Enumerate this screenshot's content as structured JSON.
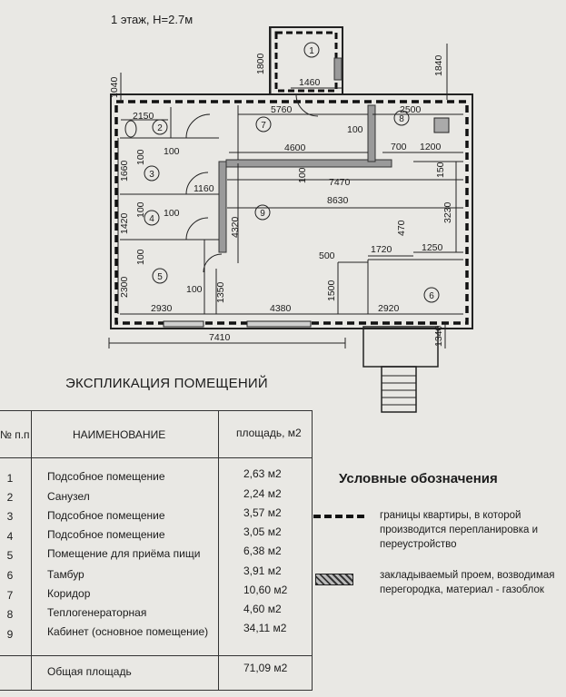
{
  "header": {
    "title": "1 этаж, Н=2.7м"
  },
  "plan": {
    "dimensions": {
      "d1800": "1800",
      "d1460": "1460",
      "d1840": "1840",
      "d1040": "1040",
      "d2150": "2150",
      "d5760": "5760",
      "d2500": "2500",
      "d100a": "100",
      "d700": "700",
      "d1200": "1200",
      "d4600": "4600",
      "d1660": "1660",
      "d100b": "100",
      "d100c": "100",
      "d150": "150",
      "d7470": "7470",
      "d100d": "100",
      "d1160": "1160",
      "d8630": "8630",
      "d3230": "3230",
      "d1420": "1420",
      "d100e": "100",
      "d100f": "100",
      "d4320": "4320",
      "d470": "470",
      "d500": "500",
      "d1720": "1720",
      "d1250": "1250",
      "d2300": "2300",
      "d100g": "100",
      "d100h": "100",
      "d1350": "1350",
      "d1500": "1500",
      "d2930": "2930",
      "d4380": "4380",
      "d2920": "2920",
      "d1340": "1340",
      "d7410": "7410"
    },
    "rooms": [
      "1",
      "2",
      "3",
      "4",
      "5",
      "6",
      "7",
      "8",
      "9"
    ]
  },
  "explication": {
    "title": "ЭКСПЛИКАЦИЯ ПОМЕЩЕНИЙ",
    "col_num": "№ п.п",
    "col_name": "НАИМЕНОВАНИЕ",
    "col_area": "площадь, м2",
    "rows": [
      {
        "num": "1",
        "name": "Подсобное помещение",
        "area": "2,63 м2"
      },
      {
        "num": "2",
        "name": "Санузел",
        "area": "2,24 м2"
      },
      {
        "num": "3",
        "name": "Подсобное помещение",
        "area": "3,57 м2"
      },
      {
        "num": "4",
        "name": "Подсобное помещение",
        "area": "3,05 м2"
      },
      {
        "num": "5",
        "name": "Помещение для приёма пищи",
        "area": "6,38 м2"
      },
      {
        "num": "6",
        "name": "Тамбур",
        "area": "3,91 м2"
      },
      {
        "num": "7",
        "name": "Коридор",
        "area": "10,60 м2"
      },
      {
        "num": "8",
        "name": "Теплогенераторная",
        "area": "4,60 м2"
      },
      {
        "num": "9",
        "name": "Кабинет (основное помещение)",
        "area": "34,11 м2"
      }
    ],
    "total_label": "Общая площадь",
    "total_area": "71,09 м2"
  },
  "legend": {
    "title": "Условные обозначения",
    "dashed_text": "границы квартиры, в которой производится перепланировка и переустройство",
    "hatch_text": "закладываемый проем, возводимая перегородка, материал - газоблок"
  }
}
